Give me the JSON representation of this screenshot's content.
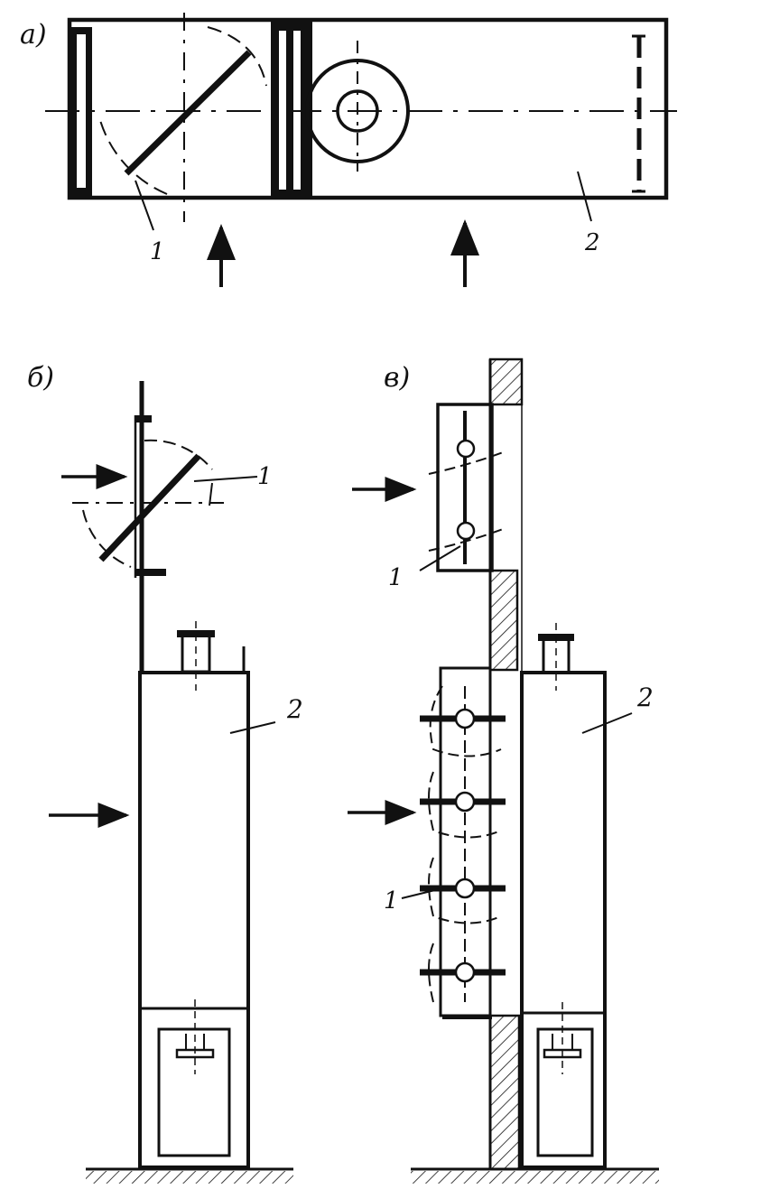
{
  "figure": {
    "panel_a": {
      "label": "а)",
      "callout_1": "1",
      "callout_2": "2"
    },
    "panel_b": {
      "label": "б)",
      "callout_1": "1",
      "callout_2": "2"
    },
    "panel_c": {
      "label": "в)",
      "callout_1": "1",
      "callout_1_lower": "1",
      "callout_2": "2"
    }
  },
  "colors": {
    "ink": "#111111",
    "paper": "#ffffff"
  }
}
